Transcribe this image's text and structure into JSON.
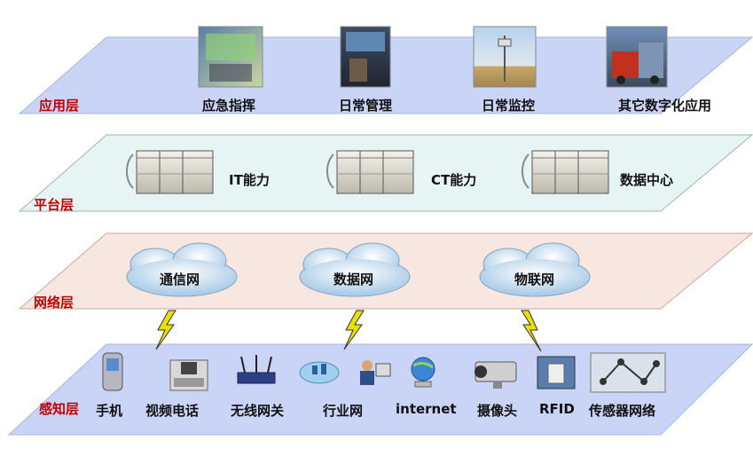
{
  "layers": {
    "application": "应用层",
    "platform": "平台层",
    "network": "网络层",
    "perception": "感知层"
  },
  "application_items": [
    "应急指挥",
    "日常管理",
    "日常监控",
    "其它数字化应用"
  ],
  "platform_items": [
    "IT能力",
    "CT能力",
    "数据中心"
  ],
  "network_items": [
    "通信网",
    "数据网",
    "物联网"
  ],
  "perception_items": [
    "手机",
    "视频电话",
    "无线网关",
    "行业网",
    "internet",
    "摄像头",
    "RFID",
    "传感器网络"
  ],
  "colors": {
    "application_plane": "#c9d4f6",
    "platform_plane": "#e6f5f3",
    "network_plane": "#f8e6e0",
    "perception_plane": "#c9d4f6",
    "layer_label": "#c00000",
    "lightning": "#e8e000"
  }
}
